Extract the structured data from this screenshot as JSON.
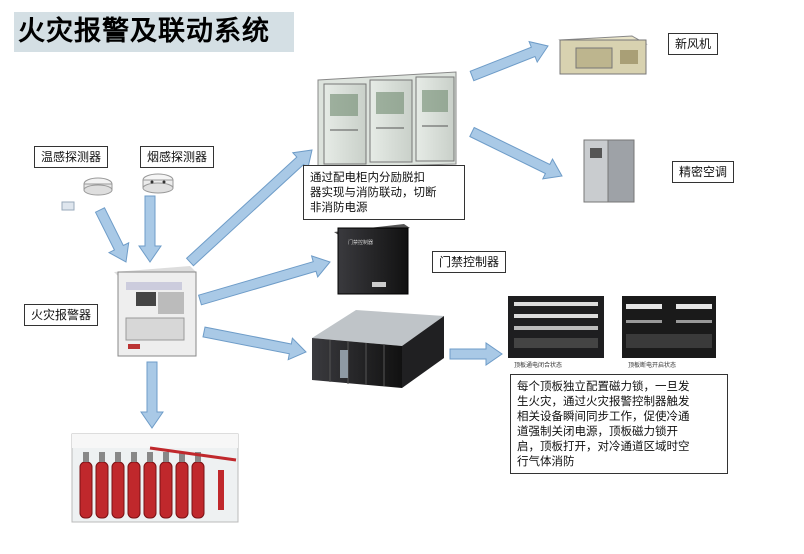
{
  "title": "火灾报警及联动系统",
  "labels": {
    "temp_detector": "温感探测器",
    "smoke_detector": "烟感探测器",
    "fire_alarm": "火灾报警器",
    "fresh_air": "新风机",
    "precision_ac": "精密空调",
    "access_control": "门禁控制器"
  },
  "notes": {
    "distribution": [
      "通过配电柜内分励脱扣",
      "器实现与消防联动，切断",
      "非消防电源"
    ],
    "roof_lock": [
      "每个顶板独立配置磁力锁，一旦发",
      "生火灾，通过火灾报警控制器触发",
      "相关设备瞬间同步工作，促使冷通",
      "道强制关闭电源，顶板磁力锁开",
      "启，顶板打开，对冷通道区域时空",
      "行气体消防"
    ]
  },
  "photo_captions": {
    "closed": "顶板通电闭合状态",
    "open": "顶板断电开启状态"
  },
  "colors": {
    "arrow_fill": "#a9c9e6",
    "arrow_stroke": "#6e9cc8",
    "title_bg": "#d4dfe4",
    "extinguisher_red": "#c0282c"
  }
}
